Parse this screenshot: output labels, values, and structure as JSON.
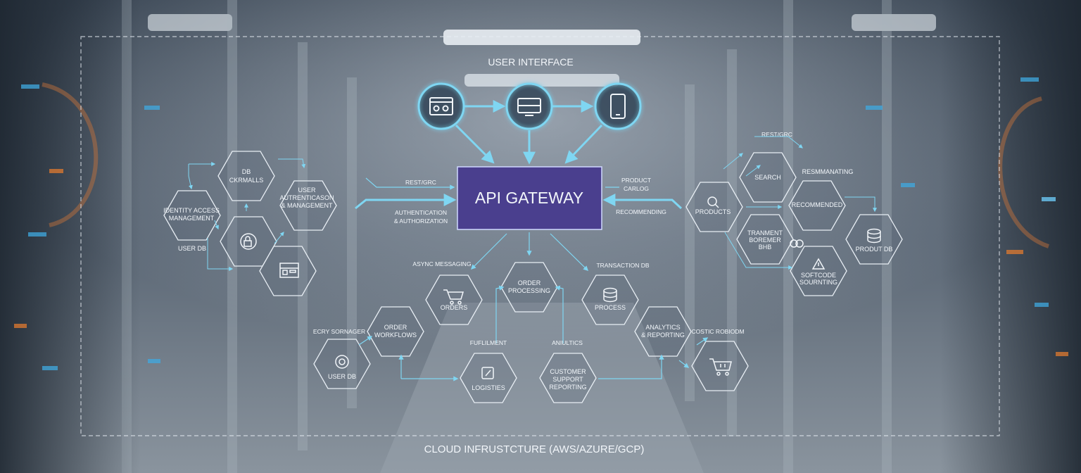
{
  "header": {
    "user_interface": "USER INTERFACE"
  },
  "footer": {
    "cloud_label": "CLOUD INFRUSTCTURE (AWS/AZURE/GCP)"
  },
  "gateway": {
    "title": "API GATEWAY",
    "left_top": "REST/GRC",
    "left_bottom": [
      "AUTHENTICATION",
      "& AUTHORIZATION"
    ],
    "right_top": [
      "PRODUCT",
      "CARLOG"
    ],
    "right_bottom": "RECOMMENDING"
  },
  "left_cluster": {
    "top_hex": [
      "DB",
      "CKRMALLS"
    ],
    "user_auth": [
      "USER",
      "AUTRENTICASON",
      "& MANAGEMENT"
    ],
    "identity": [
      "IDENTITY ACCESS",
      "MANAGEMENT"
    ],
    "user_db": "USER DB"
  },
  "right_cluster": {
    "rest_label": "REST/GRC",
    "search": "SEARCH",
    "resmanating": "RESMMANATING",
    "products": "PRODUCTS",
    "recommended": "RECOMMENDED",
    "payment": [
      "TRANMENT",
      "BOREMER",
      "BHB"
    ],
    "product_db": "PRODUT DB",
    "software": [
      "SOFTCODE",
      "SOURNTING"
    ]
  },
  "lower": {
    "async": "ASYNC MESSAGING",
    "transaction_db": "TRANSACTION DB",
    "order_processing": [
      "ORDER",
      "PROCESSING"
    ],
    "orders": "ORDERS",
    "process": "PROCESS",
    "entry_scanner": "ECRY SORNAGER",
    "order_workflows": [
      "ORDER",
      "WORKFLOWS"
    ],
    "user_db": "USER DB",
    "fulfilment": "FUFLILMENT",
    "analytics_center": "ANIULTICS",
    "logistics": "LOGISTIES",
    "customer_support": [
      "CUSTOMER",
      "SUPPORT",
      "REPORTING"
    ],
    "analytics": [
      "ANALYTICS",
      "& REPORTING"
    ],
    "cost_recom": "COSTIC ROBIODM"
  },
  "colors": {
    "accent": "#7fd6f2",
    "gateway": "#4a3f8e",
    "hex_stroke": "#e8eef4"
  }
}
